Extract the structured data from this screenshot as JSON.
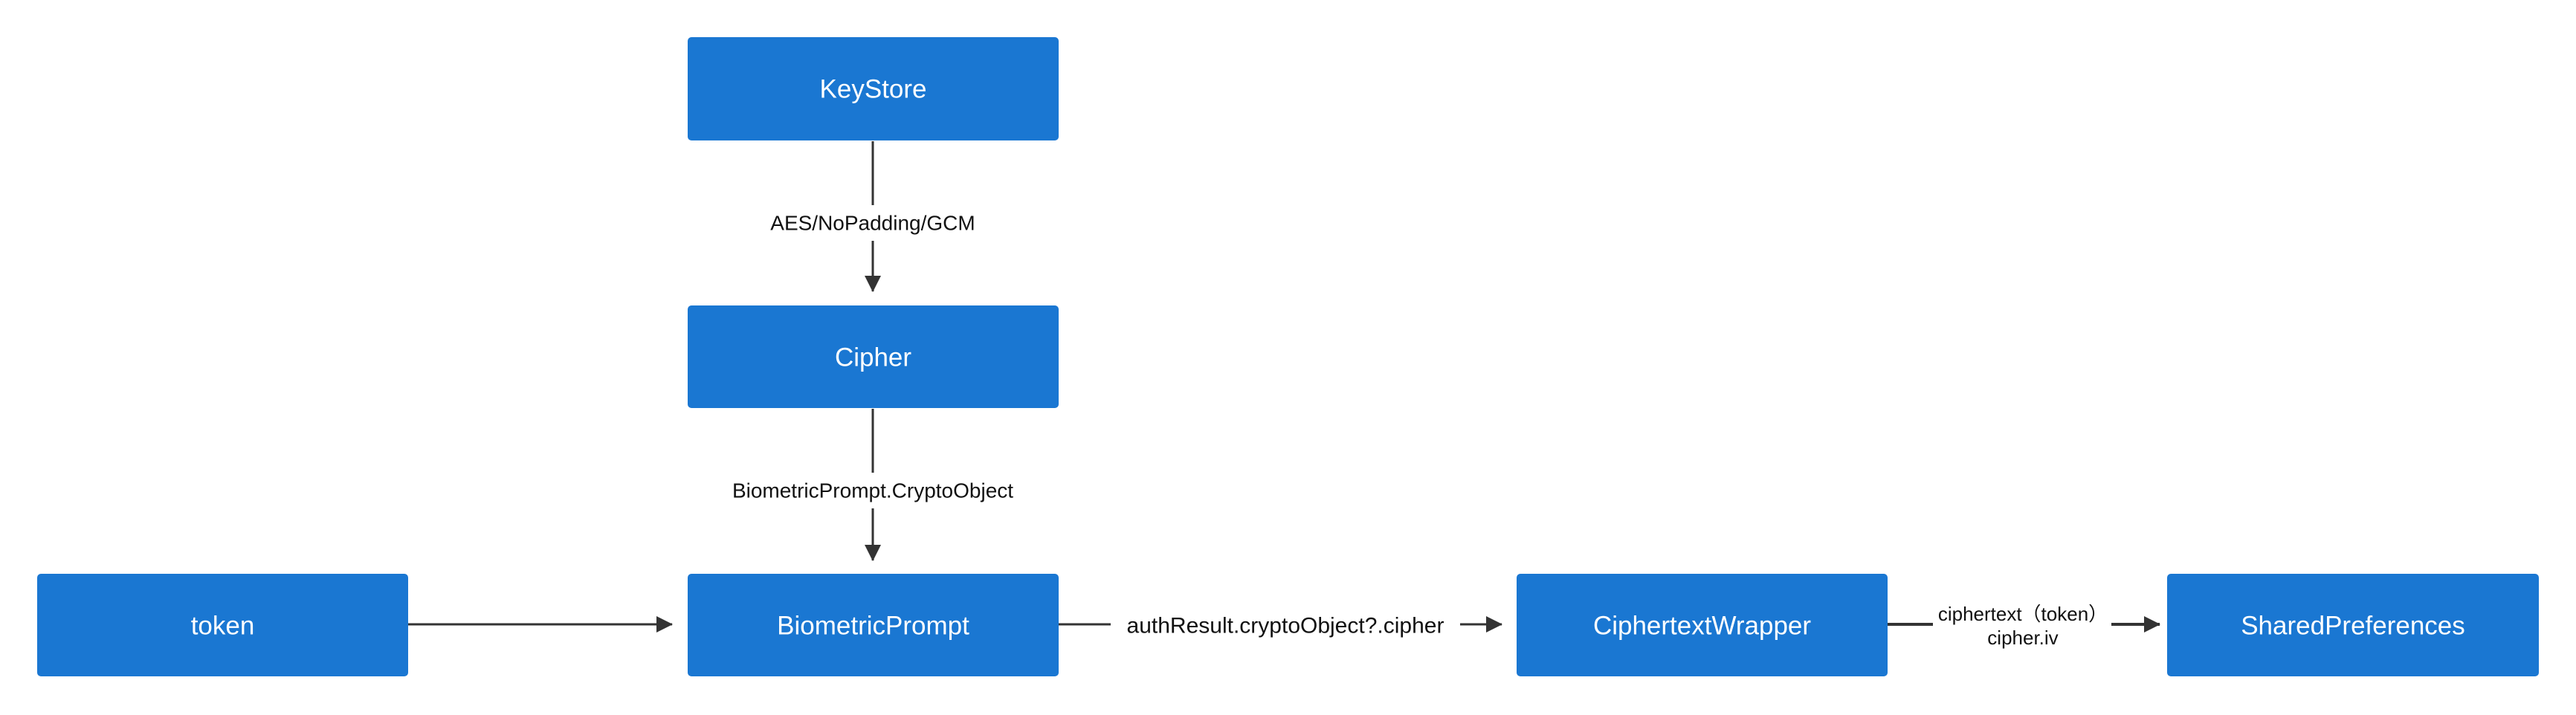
{
  "nodes": {
    "keystore": "KeyStore",
    "cipher": "Cipher",
    "biometric_prompt": "BiometricPrompt",
    "token": "token",
    "ciphertext_wrapper": "CiphertextWrapper",
    "shared_preferences": "SharedPreferences"
  },
  "edges": {
    "keystore_to_cipher": "AES/NoPadding/GCM",
    "cipher_to_prompt": "BiometricPrompt.CryptoObject",
    "prompt_to_wrapper": "authResult.cryptoObject?.cipher",
    "wrapper_to_prefs_line1": "ciphertext（token）",
    "wrapper_to_prefs_line2": "cipher.iv"
  },
  "colors": {
    "node_fill": "#1a77d2",
    "node_text": "#ffffff",
    "edge": "#333333"
  }
}
